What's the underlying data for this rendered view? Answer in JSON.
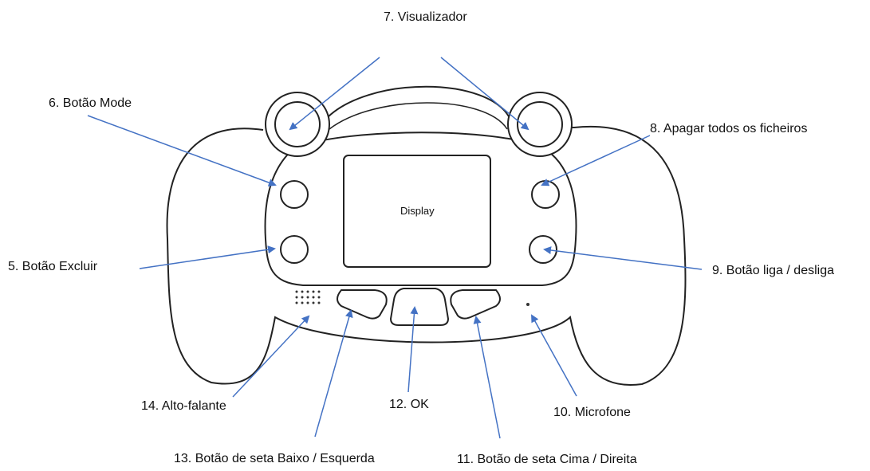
{
  "device": {
    "display_label": "Display"
  },
  "callouts": [
    {
      "id": "mode",
      "text": "6. Botão Mode"
    },
    {
      "id": "viewfinder",
      "text": "7. Visualizador"
    },
    {
      "id": "delete-all",
      "text": "8. Apagar todos os ficheiros"
    },
    {
      "id": "delete",
      "text": "5. Botão Excluir"
    },
    {
      "id": "power",
      "text": "9. Botão liga / desliga"
    },
    {
      "id": "speaker",
      "text": "14. Alto-falante"
    },
    {
      "id": "ok",
      "text": "12. OK"
    },
    {
      "id": "microphone",
      "text": "10. Microfone"
    },
    {
      "id": "down-left",
      "text": "13. Botão de seta Baixo / Esquerda"
    },
    {
      "id": "up-right",
      "text": "11. Botão de seta Cima / Direita"
    }
  ],
  "colors": {
    "outline": "#222222",
    "arrow": "#4472C4"
  }
}
